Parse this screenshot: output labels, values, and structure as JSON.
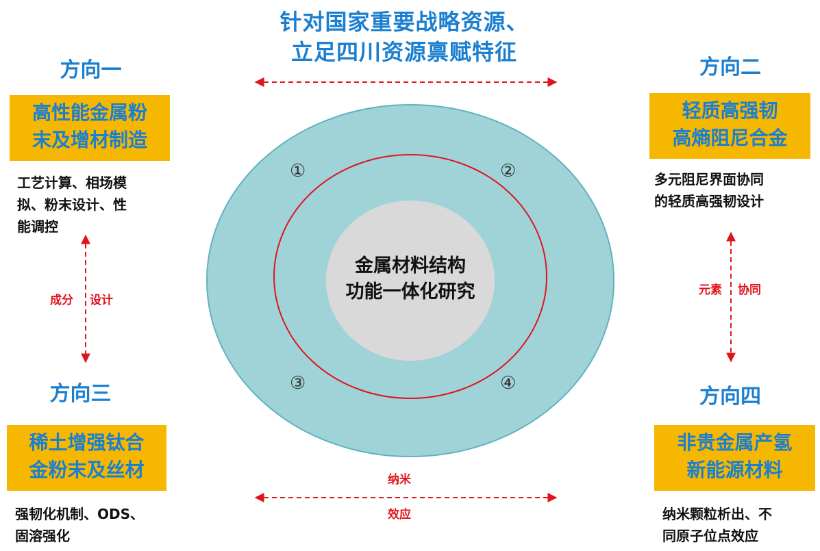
{
  "title": {
    "line1": "针对国家重要战略资源、",
    "line2": "立足四川资源禀赋特征"
  },
  "center": {
    "line1": "金属材料结构",
    "line2": "功能一体化研究"
  },
  "markers": [
    "①",
    "②",
    "③",
    "④"
  ],
  "directions": [
    {
      "title": "方向一",
      "box_line1": "高性能金属粉",
      "box_line2": "末及增材制造",
      "desc": [
        "工艺计算、相场模",
        "拟、粉末设计、性",
        "能调控"
      ]
    },
    {
      "title": "方向二",
      "box_line1": "轻质高强韧",
      "box_line2": "高熵阻尼合金",
      "desc": [
        "多元阻尼界面协同",
        "的轻质高强韧设计"
      ]
    },
    {
      "title": "方向三",
      "box_line1": "稀土增强钛合",
      "box_line2": "金粉末及丝材",
      "desc": [
        "强韧化机制、ODS、",
        "固溶强化"
      ]
    },
    {
      "title": "方向四",
      "box_line1": "非贵金属产氢",
      "box_line2": "新能源材料",
      "desc": [
        "纳米颗粒析出、不",
        "同原子位点效应"
      ]
    }
  ],
  "links": {
    "left_a": "成分",
    "left_b": "设计",
    "right_a": "元素",
    "right_b": "协同",
    "bottom_a": "纳米",
    "bottom_b": "效应"
  },
  "colors": {
    "blue": "#1a7fd0",
    "gold": "#f5b700",
    "teal_ring": "#9fd3d8",
    "core": "#d9d9d9",
    "red": "#e0141c"
  }
}
